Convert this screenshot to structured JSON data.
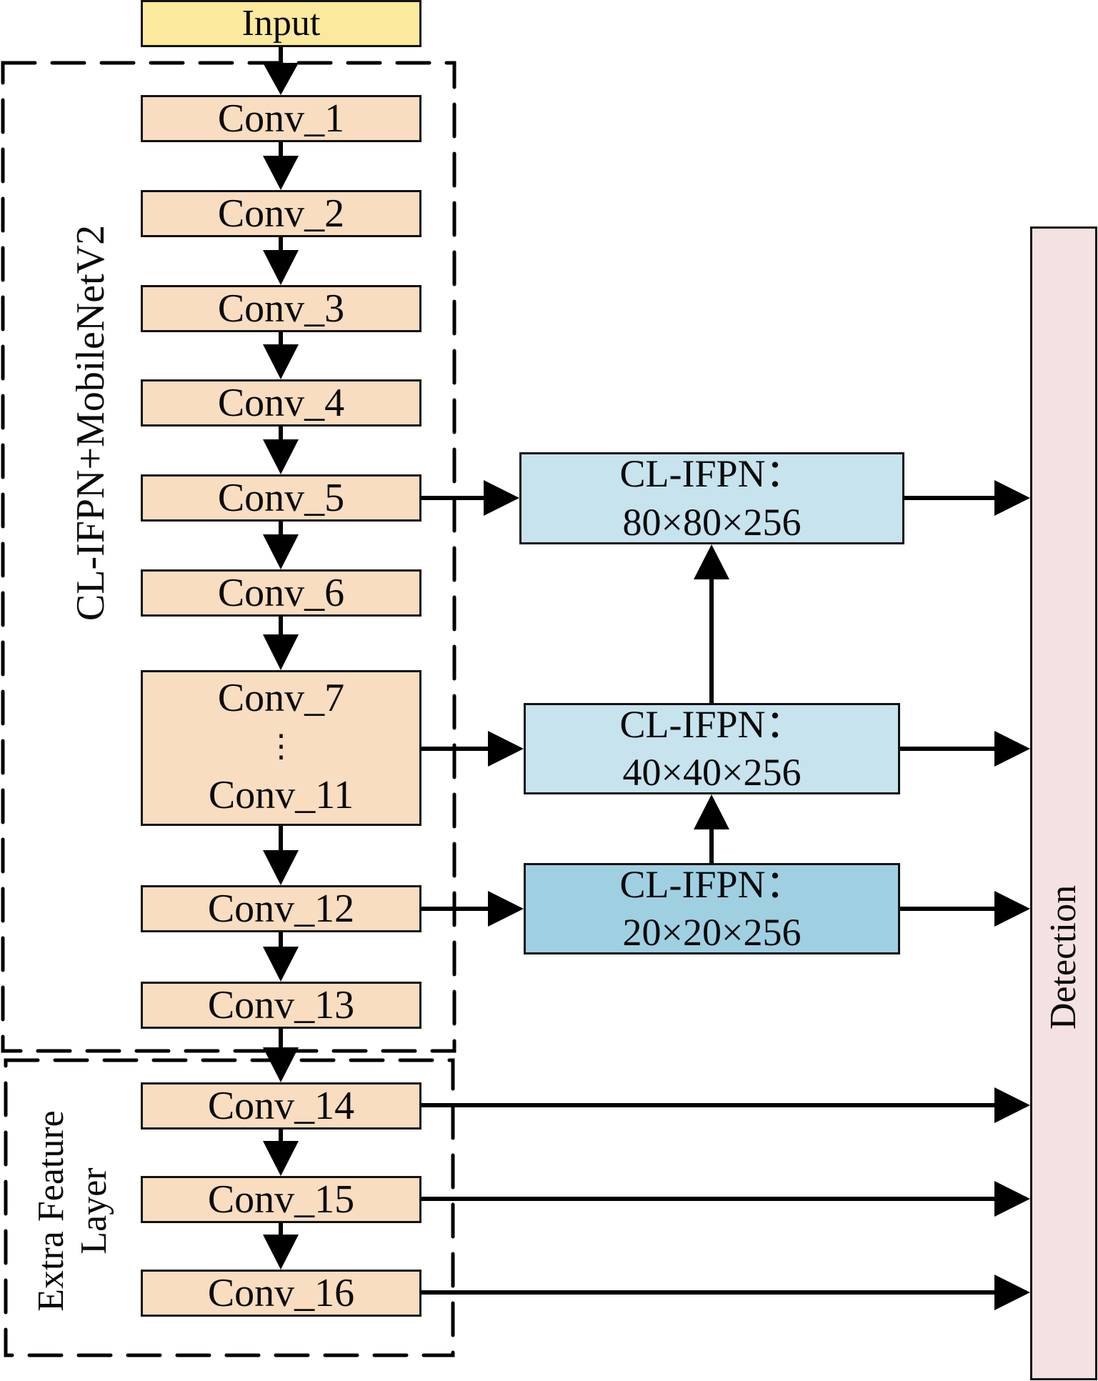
{
  "input": {
    "label": "Input"
  },
  "backbone": {
    "group_label": "CL-IFPN+MobileNetV2",
    "layers": [
      {
        "label": "Conv_1"
      },
      {
        "label": "Conv_2"
      },
      {
        "label": "Conv_3"
      },
      {
        "label": "Conv_4"
      },
      {
        "label": "Conv_5"
      },
      {
        "label": "Conv_6"
      },
      {
        "label_top": "Conv_7",
        "ellipsis": "⋮",
        "label_bottom": "Conv_11"
      },
      {
        "label": "Conv_12"
      },
      {
        "label": "Conv_13"
      }
    ]
  },
  "extra": {
    "group_label_line1": "Extra Feature",
    "group_label_line2": "Layer",
    "layers": [
      {
        "label": "Conv_14"
      },
      {
        "label": "Conv_15"
      },
      {
        "label": "Conv_16"
      }
    ]
  },
  "ifpn": [
    {
      "title": "CL-IFPN：",
      "dims": "80×80×256"
    },
    {
      "title": "CL-IFPN：",
      "dims": "40×40×256"
    },
    {
      "title": "CL-IFPN：",
      "dims": "20×20×256"
    }
  ],
  "detection": {
    "label": "Detection"
  },
  "colors": {
    "input": "#fbe99d",
    "conv": "#f8ddc0",
    "ifpn": "#c6e3ee",
    "ifpn_dark": "#9fd0e2",
    "detection": "#f4e1e1"
  }
}
